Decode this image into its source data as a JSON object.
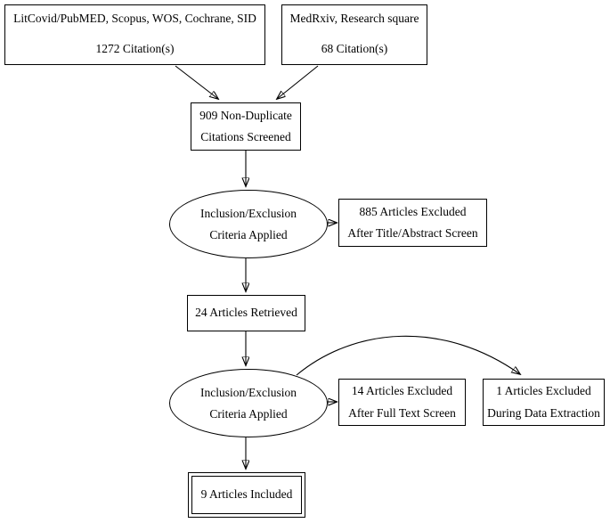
{
  "colors": {
    "ink": "#000000",
    "background": "#ffffff"
  },
  "diagram": {
    "type": "flowchart",
    "nodes": {
      "sources_main": {
        "line1": "LitCovid/PubMED, Scopus, WOS, Cochrane, SID",
        "line2": "1272 Citation(s)"
      },
      "sources_preprint": {
        "line1": "MedRxiv, Research square",
        "line2": "68 Citation(s)"
      },
      "screened": {
        "line1": "909 Non-Duplicate",
        "line2": "Citations Screened"
      },
      "criteria_title_abstract": {
        "line1": "Inclusion/Exclusion",
        "line2": "Criteria Applied"
      },
      "excluded_title_abstract": {
        "line1": "885 Articles Excluded",
        "line2": "After Title/Abstract Screen"
      },
      "retrieved": {
        "line1": "24 Articles Retrieved"
      },
      "criteria_full_text": {
        "line1": "Inclusion/Exclusion",
        "line2": "Criteria Applied"
      },
      "excluded_full_text": {
        "line1": "14 Articles Excluded",
        "line2": "After Full Text Screen"
      },
      "excluded_data_extraction": {
        "line1": "1 Articles Excluded",
        "line2": "During Data Extraction"
      },
      "included": {
        "line1": "9 Articles Included"
      }
    },
    "edges": [
      {
        "from": "sources_main",
        "to": "screened"
      },
      {
        "from": "sources_preprint",
        "to": "screened"
      },
      {
        "from": "screened",
        "to": "criteria_title_abstract"
      },
      {
        "from": "criteria_title_abstract",
        "to": "excluded_title_abstract"
      },
      {
        "from": "criteria_title_abstract",
        "to": "retrieved"
      },
      {
        "from": "retrieved",
        "to": "criteria_full_text"
      },
      {
        "from": "criteria_full_text",
        "to": "excluded_full_text"
      },
      {
        "from": "criteria_full_text",
        "to": "excluded_data_extraction"
      },
      {
        "from": "criteria_full_text",
        "to": "included"
      }
    ]
  }
}
